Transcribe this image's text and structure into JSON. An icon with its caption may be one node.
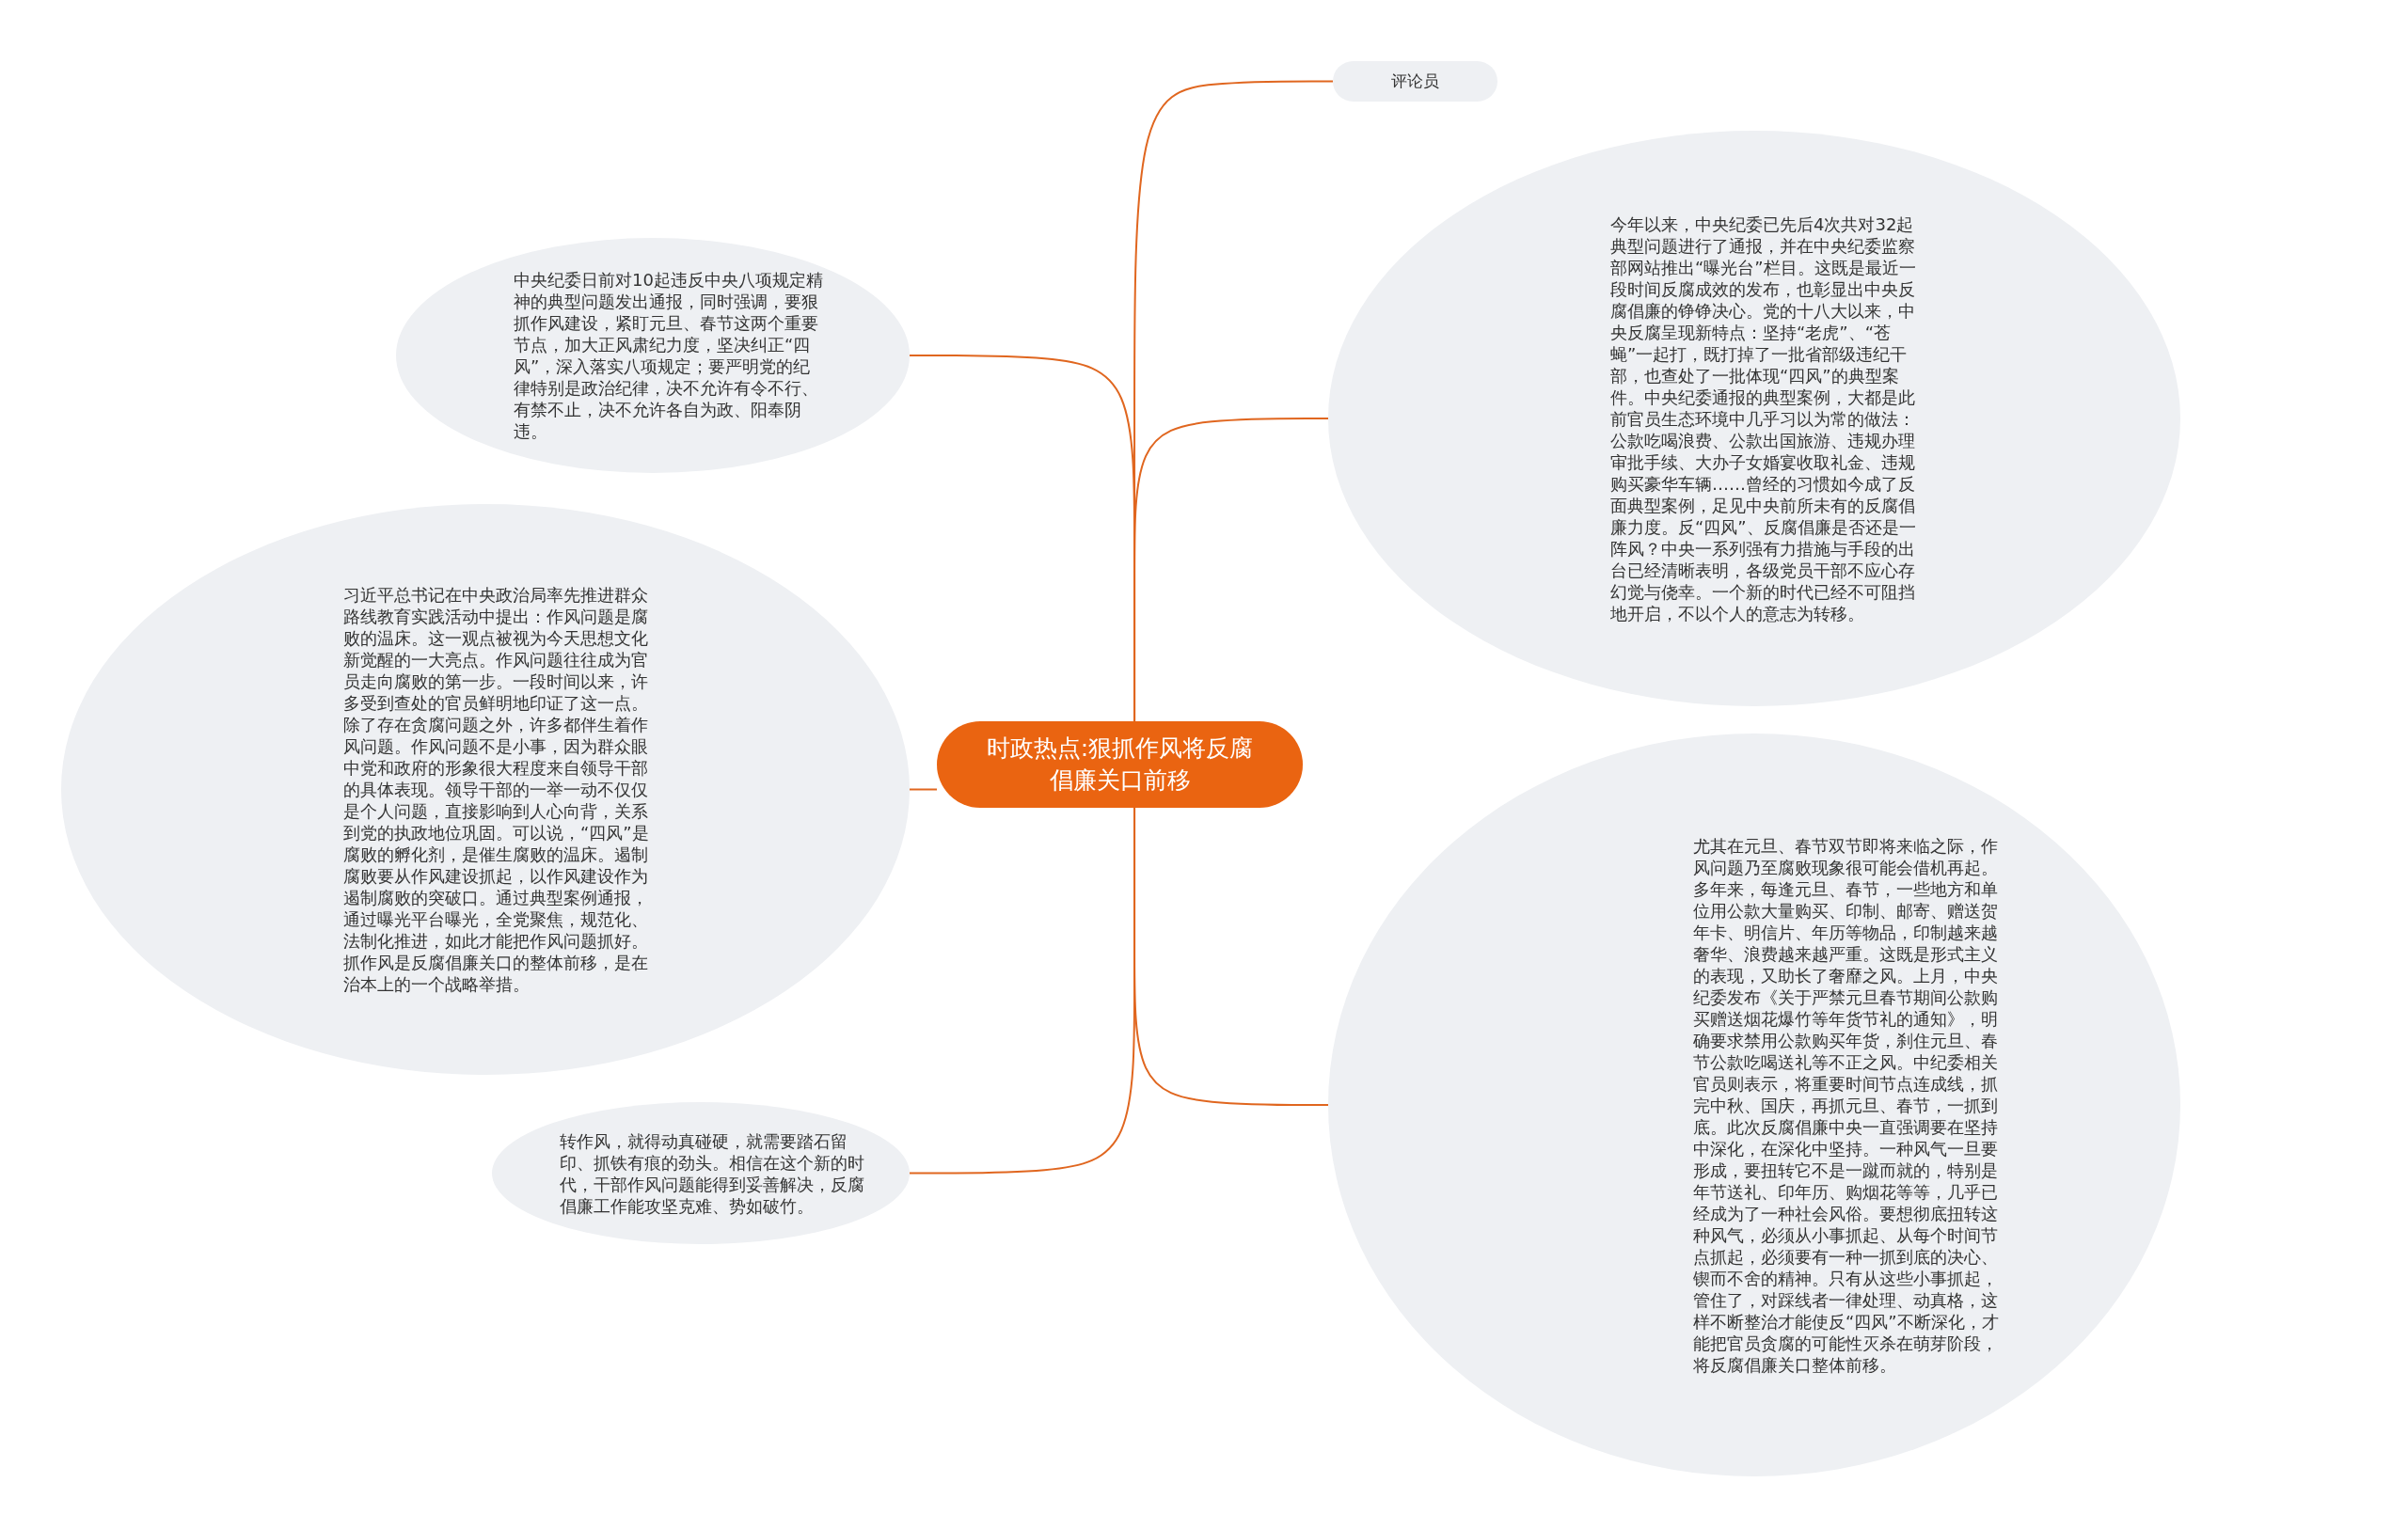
{
  "diagram": {
    "nodes": [
      {
        "text": [
          "时政热点:狠抓作风将反腐倡廉关口前移"
        ]
      },
      {
        "text": [
          "评论员"
        ]
      },
      {
        "text": [
          "中央纪委日前对10起违反中央八项规定精神的典型问题发出通报，同时强调，要狠抓作风建设，紧盯元旦、春节这两个重要节点，加大正风肃纪力度，坚决纠正“四风”，深入落实八项规定；要严明党的纪律特别是政治纪律，决不允许有令不行、有禁不止，决不允许各自为政、阳奉阴违。"
        ]
      },
      {
        "text": [
          "今年以来，中央纪委已先后4次共对32起典型问题进行了通报，并在中央纪委监察部网站推出“曝光台”栏目。这既是最近一段时间反腐成效的发布，也彰显出中央反腐倡廉的铮铮决心。党的十八大以来，中央反腐呈现新特点：坚持“老虎”、“苍蝇”一起打，既打掉了一批省部级违纪干部，也查处了一批体现“四风”的典型案件。中央纪委通报的典型案例，大都是此前官员生态环境中几乎习以为常的做法：公款吃喝浪费、公款出国旅游、违规办理审批手续、大办子女婚宴收取礼金、违规购买豪华车辆……曾经的习惯如今成了反面典型案例，足见中央前所未有的反腐倡廉力度。反“四风”、反腐倡廉是否还是一阵风？中央一系列强有力措施与手段的出台已经清晰表明，各级党员干部不应心存幻觉与侥幸。一个新的时代已经不可阻挡地开启，不以个人的意志为转移。"
        ]
      },
      {
        "text": [
          "习近平总书记在中央政治局率先推进群众路线教育实践活动中提出：作风问题是腐败的温床。这一观点被视为今天思想文化新觉醒的一大亮点。作风问题往往成为官员走向腐败的第一步。一段时间以来，许多受到查处的官员鲜明地印证了这一点。除了存在贪腐问题之外，许多都伴生着作风问题。作风问题不是小事，因为群众眼中党和政府的形象很大程度来自领导干部的具体表现。领导干部的一举一动不仅仅是个人问题，直接影响到人心向背，关系到党的执政地位巩固。可以说，“四风”是腐败的孵化剂，是催生腐败的温床。遏制腐败要从作风建设抓起，以作风建设作为遏制腐败的突破口。通过典型案例通报，通过曝光平台曝光，全党聚焦，规范化、法制化推进，如此才能把作风问题抓好。抓作风是反腐倡廉关口的整体前移，是在治本上的一个战略举措。"
        ]
      },
      {
        "text": [
          "尤其在元旦、春节双节即将来临之际，作风问题乃至腐败现象很可能会借机再起。多年来，每逢元旦、春节，一些地方和单位用公款大量购买、印制、邮寄、赠送贺年卡、明信片、年历等物品，印制越来越奢华、浪费越来越严重。这既是形式主义的表现，又助长了奢靡之风。上月，中央纪委发布《关于严禁元旦春节期间公款购买赠送烟花爆竹等年货节礼的通知》，明确要求禁用公款购买年货，刹住元旦、春节公款吃喝送礼等不正之风。中纪委相关官员则表示，将重要时间节点连成线，抓完中秋、国庆，再抓元旦、春节，一抓到底。此次反腐倡廉中央一直强调要在坚持中深化，在深化中坚持。一种风气一旦要形成，要扭转它不是一蹴而就的，特别是年节送礼、印年历、购烟花等等，几乎已经成为了一种社会风俗。要想彻底扭转这种风气，必须从小事抓起、从每个时间节点抓起，必须要有一种一抓到底的决心、锲而不舍的精神。只有从这些小事抓起，管住了，对踩线者一律处理、动真格，这样不断整治才能使反“四风”不断深化，才能把官员贪腐的可能性灭杀在萌芽阶段，将反腐倡廉关口整体前移。"
        ]
      },
      {
        "text": [
          "转作风，就得动真碰硬，就需要踏石留印、抓铁有痕的劲头。相信在这个新的时代，干部作风问题能得到妥善解决，反腐倡廉工作能攻坚克难、势如破竹。"
        ]
      }
    ],
    "edges": [
      {
        "from": 0,
        "to": 1,
        "arrow": "none"
      },
      {
        "from": 0,
        "to": 2,
        "arrow": "none"
      },
      {
        "from": 0,
        "to": 3,
        "arrow": "none"
      },
      {
        "from": 0,
        "to": 4,
        "arrow": "none"
      },
      {
        "from": 0,
        "to": 5,
        "arrow": "none"
      },
      {
        "from": 0,
        "to": 6,
        "arrow": "none"
      }
    ]
  }
}
